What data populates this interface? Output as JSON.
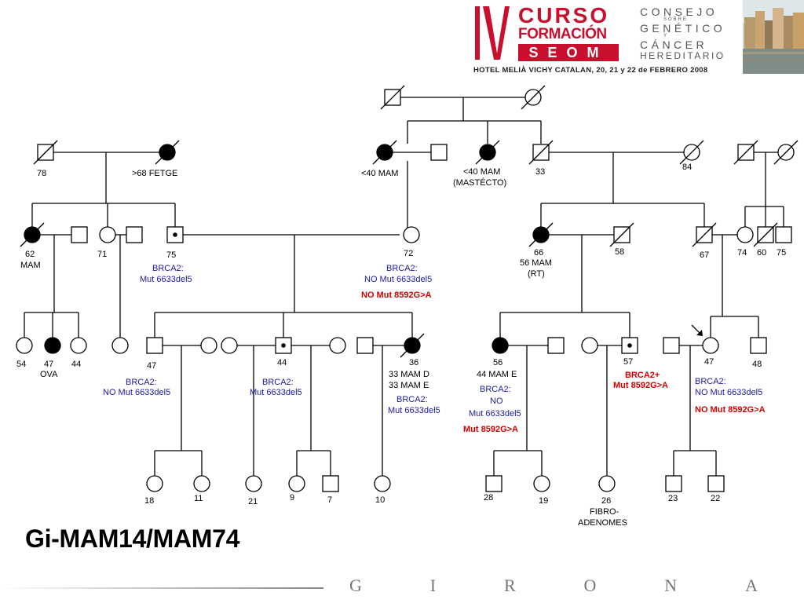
{
  "header": {
    "roman_numeral": "IV",
    "curso": "CURSO",
    "formacion": "FORMACIÓN",
    "seom": "SEOM",
    "consejo_lines": [
      "CONSEJO",
      "SOBRE",
      "GENÉTICO",
      "Y",
      "CÁNCER",
      "HEREDITARIO"
    ],
    "hotel_line": "HOTEL MELIÀ VICHY CATALAN, 20, 21 y 22 de FEBRERO 2008",
    "colors": {
      "brand_red": "#c8102e",
      "label_blue": "#1a1aa6",
      "label_red": "#d40000"
    }
  },
  "pedigree": {
    "gen2": {
      "paternal_grandfather_age": "78",
      "paternal_grandmother_label": ">68 FETGE",
      "maternal_aunt1_label": "<40 MAM",
      "maternal_aunt2_label": "<40 MAM",
      "maternal_aunt2_label2": "(MASTÉCTO)",
      "maternal_uncle_age": "33",
      "right_grandmother_age": "84"
    },
    "gen3": {
      "aunt_age": "62",
      "aunt_dx": "MAM",
      "aunt2_age": "71",
      "father_age": "75",
      "father_test1": "BRCA2:",
      "father_test2": "Mut 6633del5",
      "mother_age": "72",
      "mother_test1": "BRCA2:",
      "mother_test2": "NO Mut 6633del5",
      "mother_test3": "NO Mut 8592G>A",
      "woman66_age": "66",
      "woman66_dx": "56 MAM",
      "woman66_dx2": "(RT)",
      "man58_age": "58",
      "man67_age": "67",
      "sib74": "74",
      "sib60": "60",
      "sib75": "75"
    },
    "gen4": {
      "c54": "54",
      "c47": "47",
      "c47_dx": "OVA",
      "c44": "44",
      "m47": "47",
      "m47_test1": "BRCA2:",
      "m47_test2": "NO Mut 6633del5",
      "m44": "44",
      "m44_test1": "BRCA2:",
      "m44_test2": "Mut 6633del5",
      "w36": "36",
      "w36_dx1": "33 MAM D",
      "w36_dx2": "33 MAM E",
      "w36_test1": "BRCA2:",
      "w36_test2": "Mut 6633del5",
      "w56": "56",
      "w56_dx": "44 MAM E",
      "w56_test1": "BRCA2:",
      "w56_test2": "NO",
      "w56_test3": "Mut 6633del5",
      "w56_test4": "Mut 8592G>A",
      "m57": "57",
      "m57_test1": "BRCA2+",
      "m57_test2": "Mut 8592G>A",
      "proband_age": "47",
      "proband_test1": "BRCA2:",
      "proband_test2": "NO Mut 6633del5",
      "proband_test3": "NO Mut 8592G>A",
      "m48": "48"
    },
    "gen5": {
      "c18": "18",
      "c11": "11",
      "c21": "21",
      "c9": "9",
      "c7": "7",
      "c10": "10",
      "c28": "28",
      "c19": "19",
      "c26": "26",
      "c26_dx1": "FIBRO-",
      "c26_dx2": "ADENOMES",
      "c23": "23",
      "c22": "22"
    }
  },
  "title": "Gi-MAM14/MAM74",
  "footer_letters": [
    "G",
    "I",
    "R",
    "O",
    "N",
    "A"
  ]
}
